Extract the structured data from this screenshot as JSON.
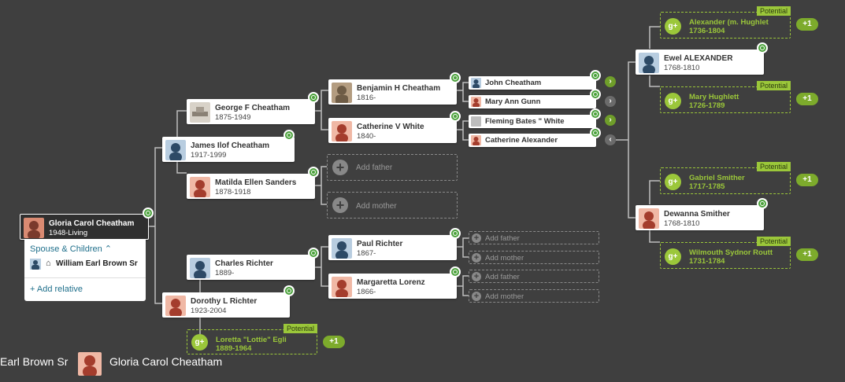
{
  "root": {
    "name": "Gloria Carol Cheatham",
    "dates": "1948-Living"
  },
  "popup": {
    "spouse_children_label": "Spouse & Children",
    "spouse_name": "William Earl Brown Sr",
    "add_relative_label": "Add relative"
  },
  "g1": {
    "father": {
      "name": "James Ilof Cheatham",
      "dates": "1917-1999"
    },
    "mother": {
      "name": "Dorothy L Richter",
      "dates": "1923-2004"
    }
  },
  "g2": {
    "pf": {
      "name": "George F Cheatham",
      "dates": "1875-1949"
    },
    "pm": {
      "name": "Matilda Ellen Sanders",
      "dates": "1878-1918"
    },
    "mf": {
      "name": "Charles Richter",
      "dates": "1889-"
    }
  },
  "g3": {
    "a": {
      "name": "Benjamin H Cheatham",
      "dates": "1816-"
    },
    "b": {
      "name": "Catherine V White",
      "dates": "1840-"
    },
    "c": {
      "name": "Paul Richter",
      "dates": "1867-"
    },
    "d": {
      "name": "Margaretta Lorenz",
      "dates": "1866-"
    }
  },
  "g4": [
    "John Cheatham",
    "Mary Ann Gunn",
    "Fleming Bates \" White",
    "Catherine Alexander"
  ],
  "add": {
    "father": "Add father",
    "mother": "Add mother"
  },
  "g5": {
    "ewel": {
      "name": "Ewel ALEXANDER",
      "dates": "1768-1810"
    },
    "dewanna": {
      "name": "Dewanna Smither",
      "dates": "1768-1810"
    }
  },
  "potential": {
    "tag": "Potential",
    "count": "+1",
    "items": [
      {
        "n1": "Alexander (m. Hughlet",
        "n2": "1736-1804"
      },
      {
        "n1": "Mary Hughlett",
        "n2": "1726-1789"
      },
      {
        "n1": "Gabriel Smither",
        "n2": "1717-1785"
      },
      {
        "n1": "Wilmouth Sydnor Routt",
        "n2": "1731-1784"
      },
      {
        "n1": "Loretta \"Lottie\" Egli",
        "n2": "1889-1964"
      }
    ]
  },
  "bottom": {
    "left": "Earl Brown Sr",
    "right": "Gloria Carol Cheatham"
  },
  "colors": {
    "bg": "#3f3f3f",
    "hint": "#4ba13b",
    "potential": "#9bc73a",
    "link": "#1f6f8b"
  }
}
